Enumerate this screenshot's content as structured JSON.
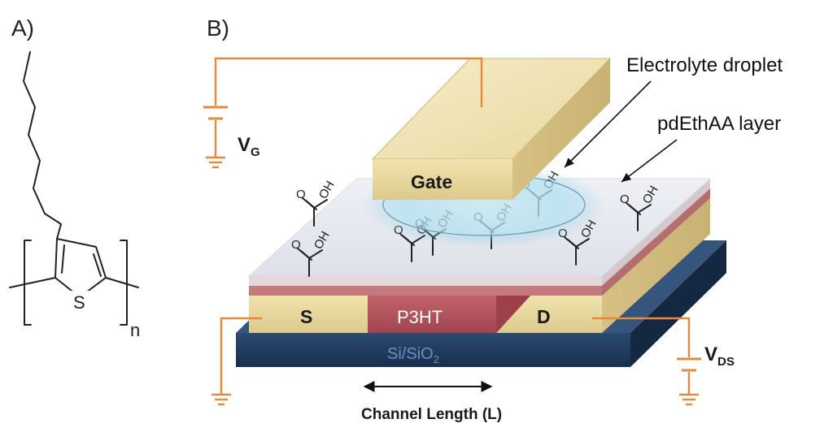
{
  "panels": {
    "a_label": "A)",
    "b_label": "B)"
  },
  "molecule": {
    "sulfur": "S",
    "repeat": "n"
  },
  "device": {
    "gate": "Gate",
    "source": "S",
    "drain": "D",
    "semiconductor": "P3HT",
    "substrate_main": "Si/SiO",
    "substrate_sub": "2",
    "channel_length": "Channel Length (L)"
  },
  "callouts": {
    "electrolyte": "Electrolyte droplet",
    "layer": "pdEthAA layer"
  },
  "voltages": {
    "vg_main": "V",
    "vg_sub": "G",
    "vds_main": "V",
    "vds_sub": "DS"
  },
  "acid_group": {
    "hydroxyl": "OH"
  },
  "colors": {
    "gold_front": "#e9d9a2",
    "gold_top": "#f2e7bd",
    "p3ht": "#b5505a",
    "substrate": "#1f3b5c",
    "wire": "#e8893a",
    "droplet": "#8fd0e4"
  }
}
